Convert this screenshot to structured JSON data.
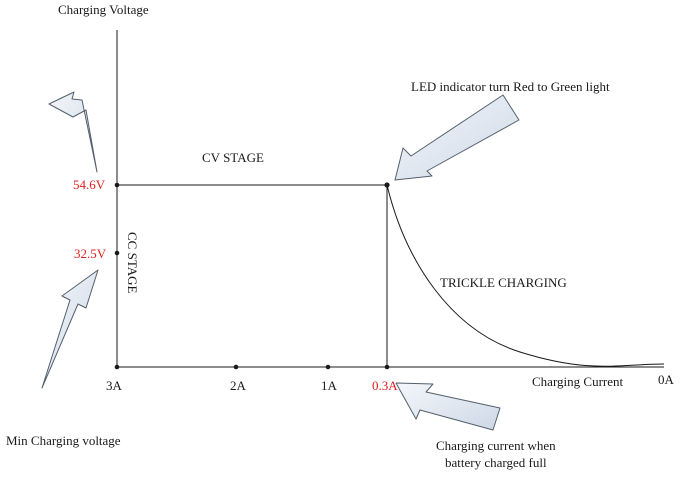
{
  "labels": {
    "y_axis_title": "Charging Voltage",
    "x_axis_title": "Charging Current",
    "cv_stage": "CV STAGE",
    "cc_stage": "CC STAGE",
    "trickle": "TRICKLE CHARGING",
    "led_note": "LED indicator turn Red to Green light",
    "min_voltage_note": "Min Charging voltage",
    "full_current_note_line1": "Charging current when",
    "full_current_note_line2": "battery charged full"
  },
  "y_ticks": {
    "v_high": "54.6V",
    "v_low": "32.5V"
  },
  "x_ticks": {
    "a3": "3A",
    "a2": "2A",
    "a1": "1A",
    "a03": "0.3A",
    "a0": "0A"
  },
  "colors": {
    "line": "#1a1a1a",
    "highlight_label": "#e02020",
    "arrow_fill": "#dde6f2",
    "arrow_stroke": "#555f6d"
  }
}
